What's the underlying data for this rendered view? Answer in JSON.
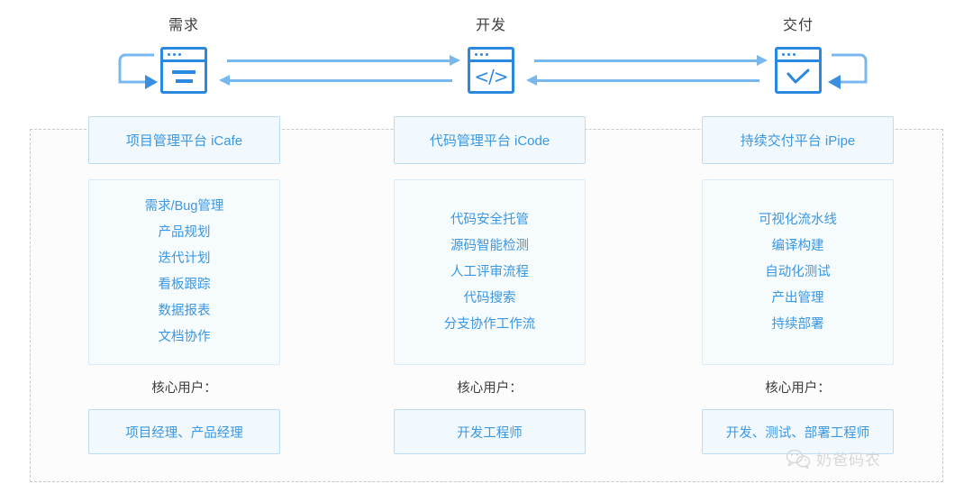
{
  "flow": {
    "stages": [
      {
        "label": "需求",
        "icon": "document-window-icon"
      },
      {
        "label": "开发",
        "icon": "code-window-icon"
      },
      {
        "label": "交付",
        "icon": "check-window-icon"
      }
    ],
    "connectors": [
      {
        "name": "forward-arrow",
        "direction": "right"
      },
      {
        "name": "feedback-arrow",
        "direction": "left"
      }
    ],
    "loops": [
      {
        "name": "requirement-loop-arrow",
        "side": "left"
      },
      {
        "name": "delivery-loop-arrow",
        "side": "right"
      }
    ]
  },
  "columns": [
    {
      "platform": "项目管理平台 iCafe",
      "features": [
        "需求/Bug管理",
        "产品规划",
        "迭代计划",
        "看板跟踪",
        "数据报表",
        "文档协作"
      ],
      "core_users_label": "核心用户：",
      "core_users": "项目经理、产品经理"
    },
    {
      "platform": "代码管理平台 iCode",
      "features": [
        "代码安全托管",
        "源码智能检测",
        "人工评审流程",
        "代码搜索",
        "分支协作工作流"
      ],
      "core_users_label": "核心用户：",
      "core_users": "开发工程师"
    },
    {
      "platform": "持续交付平台 iPipe",
      "features": [
        "可视化流水线",
        "编译构建",
        "自动化测试",
        "产出管理",
        "持续部署"
      ],
      "core_users_label": "核心用户：",
      "core_users": "开发、测试、部署工程师"
    }
  ],
  "watermark": {
    "text": "奶爸码农",
    "icon": "wechat-icon"
  },
  "colors": {
    "icon_blue": "#2b88e0",
    "arrow_blue": "#79b8ef",
    "text_blue": "#3a97e2",
    "box_fill": "#f2f9fe",
    "box_border": "#bcdcf4",
    "panel_border": "#c9c9c9",
    "label_gray": "#3d3d3d",
    "watermark_gray": "#d6d8da"
  }
}
